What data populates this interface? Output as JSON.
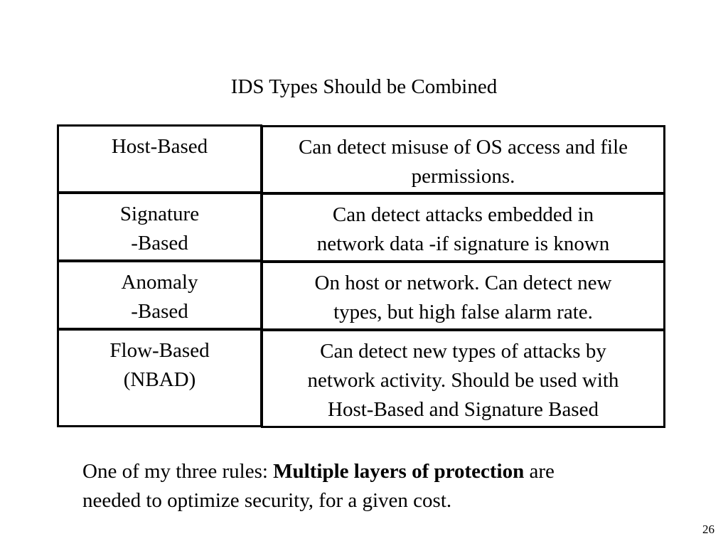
{
  "slide": {
    "title": "IDS Types Should be Combined",
    "rows": [
      {
        "type_lines": [
          "Host-Based"
        ],
        "desc_lines": [
          "Can detect misuse of OS access and file",
          "permissions."
        ]
      },
      {
        "type_lines": [
          "Signature",
          "-Based"
        ],
        "desc_lines": [
          "Can detect attacks embedded in",
          "network data -if signature is known"
        ]
      },
      {
        "type_lines": [
          "Anomaly",
          "-Based"
        ],
        "desc_lines": [
          "On host or network. Can detect new",
          "types, but high false alarm rate."
        ]
      },
      {
        "type_lines": [
          "Flow-Based",
          "(NBAD)"
        ],
        "desc_lines": [
          "Can detect new types of attacks by",
          "network activity.  Should be used with",
          "Host-Based and Signature Based"
        ]
      }
    ],
    "footer": {
      "prefix": "One of my three rules: ",
      "emphasis": "Multiple layers of protection",
      "suffix_line1": " are",
      "line2": "needed to optimize security, for a given cost."
    },
    "page_number": "26"
  }
}
